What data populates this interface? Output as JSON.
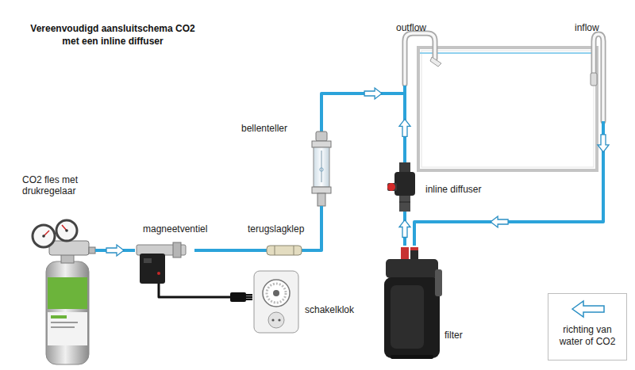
{
  "diagram": {
    "title": "Vereenvoudigd aansluitschema CO2 met een inline diffuser",
    "nodes": [
      {
        "text": [
          "CO2 fles met drukregelaar"
        ]
      },
      {
        "text": [
          "magneetventiel"
        ]
      },
      {
        "text": [
          "terugslagklep"
        ]
      },
      {
        "text": [
          "bellenteller"
        ]
      },
      {
        "text": [
          "inline diffuser"
        ]
      },
      {
        "text": [
          "filter"
        ]
      },
      {
        "text": [
          "schakelklok"
        ]
      },
      {
        "text": [
          "outflow"
        ]
      },
      {
        "text": [
          "inflow"
        ]
      }
    ],
    "edges": [
      {
        "from": 0,
        "to": 1,
        "arrow": "to"
      },
      {
        "from": 1,
        "to": 2,
        "arrow": "none"
      },
      {
        "from": 2,
        "to": 3,
        "arrow": "none"
      },
      {
        "from": 3,
        "to": 7,
        "arrow": "to"
      },
      {
        "from": 5,
        "to": 4,
        "arrow": "to"
      },
      {
        "from": 4,
        "to": 7,
        "arrow": "to"
      },
      {
        "from": 8,
        "to": 5,
        "arrow": "to"
      },
      {
        "from": 1,
        "to": 6,
        "arrow": "none"
      }
    ],
    "legend": [
      {
        "text": "richting van water of CO2"
      }
    ]
  }
}
